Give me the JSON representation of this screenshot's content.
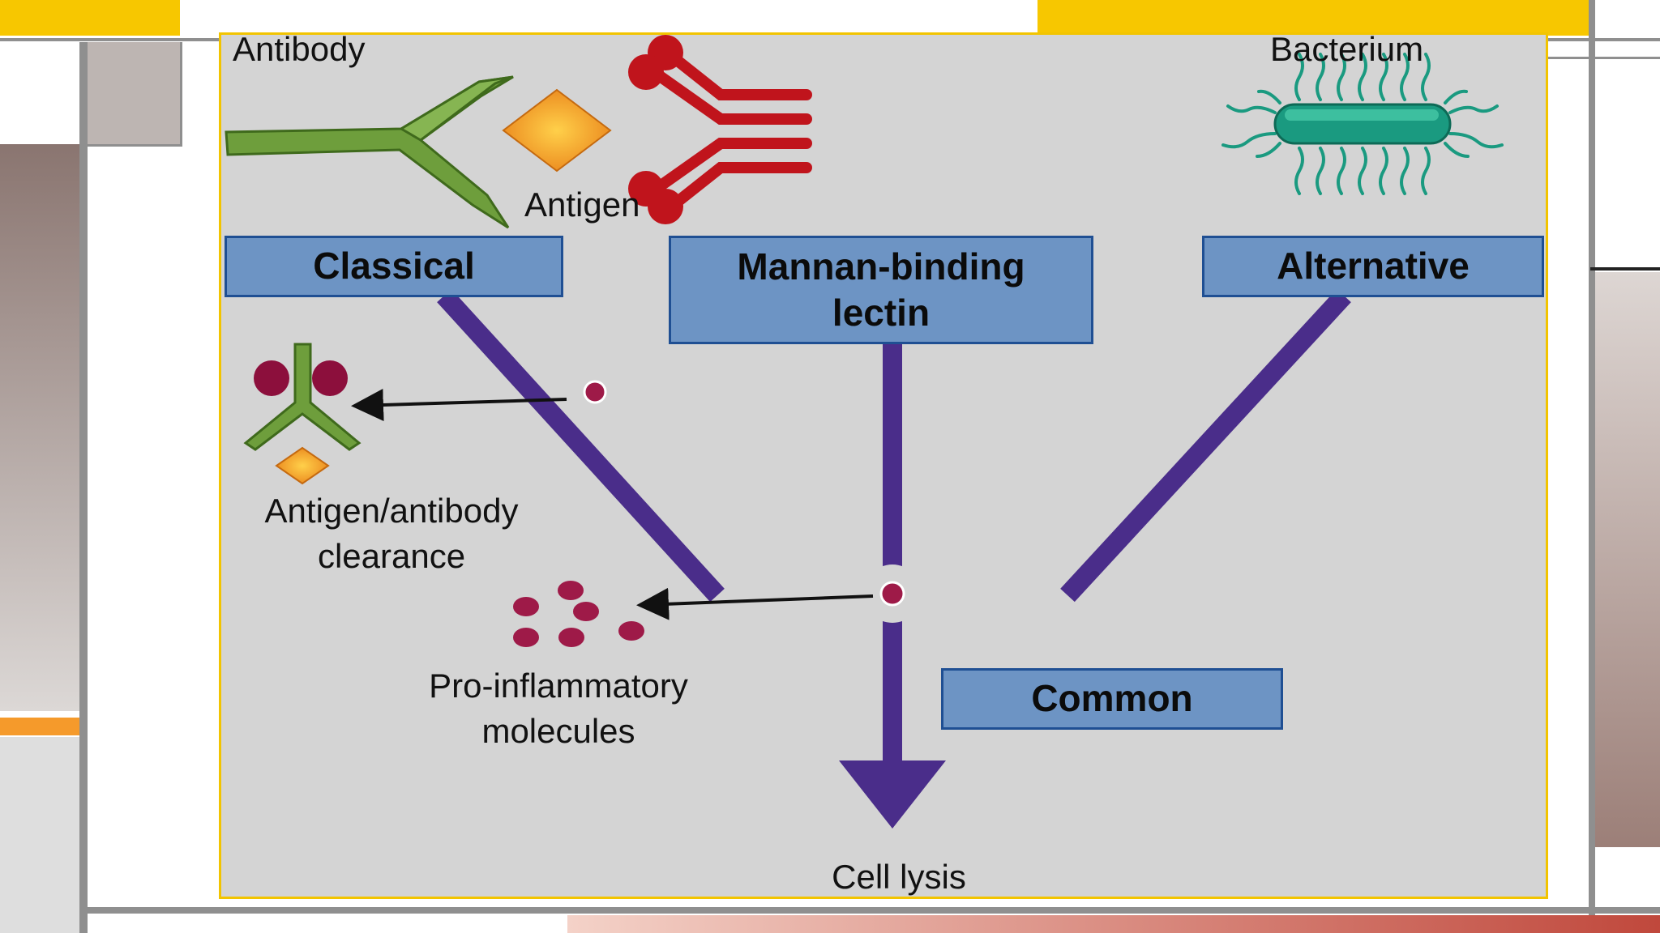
{
  "diagram": {
    "top_labels": {
      "antibody": "Antibody",
      "antigen": "Antigen",
      "bacterium": "Bacterium"
    },
    "pathways": {
      "classical": "Classical",
      "lectin_line1": "Mannan-binding",
      "lectin_line2": "lectin",
      "alternative": "Alternative",
      "common": "Common"
    },
    "outcomes": {
      "clearance_line1": "Antigen/antibody",
      "clearance_line2": "clearance",
      "proinflammatory_line1": "Pro-inflammatory",
      "proinflammatory_line2": "molecules",
      "cell_lysis": "Cell lysis"
    }
  },
  "colors": {
    "panel_background": "#d4d4d4",
    "panel_border": "#f2c400",
    "pathway_line": "#4a2d8a",
    "pathway_box": "#6d94c4",
    "antibody": "#6e9e3c",
    "antigen": "#f0931a",
    "lectin": "#c0141c",
    "bacterium": "#1a9a80",
    "molecule": "#9e1a48"
  }
}
